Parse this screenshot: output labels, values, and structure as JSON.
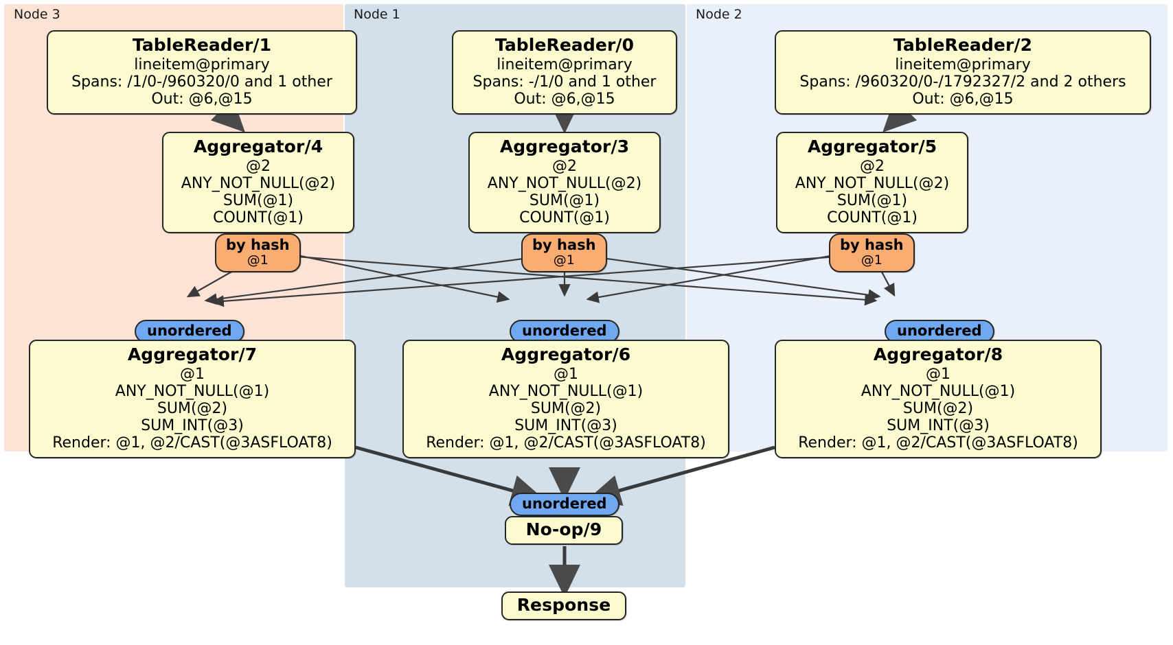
{
  "diagram": {
    "type": "distributed-query-plan",
    "colors": {
      "node3_bg": "#fce3d5",
      "node1_bg": "#d3e0ea",
      "node2_bg": "#eaf0fa",
      "processor_bg": "#fbfbcf",
      "hash_badge_bg": "#f9ad73",
      "unordered_badge_bg": "#6fa8f0",
      "stroke": "#3a3a3a"
    }
  },
  "regions": [
    {
      "id": "node3",
      "label": "Node 3",
      "bg": "#fce3d5"
    },
    {
      "id": "node1",
      "label": "Node 1",
      "bg": "#d3e0ea"
    },
    {
      "id": "node2",
      "label": "Node 2",
      "bg": "#eaf0fa"
    }
  ],
  "processors": {
    "table_reader_1": {
      "title": "TableReader/1",
      "lines": [
        "lineitem@primary",
        "Spans: /1/0-/960320/0 and 1 other",
        "Out: @6,@15"
      ]
    },
    "table_reader_0": {
      "title": "TableReader/0",
      "lines": [
        "lineitem@primary",
        "Spans: -/1/0 and 1 other",
        "Out: @6,@15"
      ]
    },
    "table_reader_2": {
      "title": "TableReader/2",
      "lines": [
        "lineitem@primary",
        "Spans: /960320/0-/1792327/2 and 2 others",
        "Out: @6,@15"
      ]
    },
    "aggregator_4": {
      "title": "Aggregator/4",
      "lines": [
        "@2",
        "ANY_NOT_NULL(@2)",
        "SUM(@1)",
        "COUNT(@1)"
      ]
    },
    "aggregator_3": {
      "title": "Aggregator/3",
      "lines": [
        "@2",
        "ANY_NOT_NULL(@2)",
        "SUM(@1)",
        "COUNT(@1)"
      ]
    },
    "aggregator_5": {
      "title": "Aggregator/5",
      "lines": [
        "@2",
        "ANY_NOT_NULL(@2)",
        "SUM(@1)",
        "COUNT(@1)"
      ]
    },
    "aggregator_7": {
      "title": "Aggregator/7",
      "lines": [
        "@1",
        "ANY_NOT_NULL(@1)",
        "SUM(@2)",
        "SUM_INT(@3)",
        "Render: @1, @2/CAST(@3ASFLOAT8)"
      ]
    },
    "aggregator_6": {
      "title": "Aggregator/6",
      "lines": [
        "@1",
        "ANY_NOT_NULL(@1)",
        "SUM(@2)",
        "SUM_INT(@3)",
        "Render: @1, @2/CAST(@3ASFLOAT8)"
      ]
    },
    "aggregator_8": {
      "title": "Aggregator/8",
      "lines": [
        "@1",
        "ANY_NOT_NULL(@1)",
        "SUM(@2)",
        "SUM_INT(@3)",
        "Render: @1, @2/CAST(@3ASFLOAT8)"
      ]
    },
    "noop_9": {
      "title": "No-op/9",
      "lines": []
    },
    "response": {
      "title": "Response",
      "lines": []
    }
  },
  "badges": {
    "hash_left": {
      "label": "by hash",
      "sub": "@1"
    },
    "hash_center": {
      "label": "by hash",
      "sub": "@1"
    },
    "hash_right": {
      "label": "by hash",
      "sub": "@1"
    },
    "unordered_left": {
      "label": "unordered",
      "sub": ""
    },
    "unordered_center": {
      "label": "unordered",
      "sub": ""
    },
    "unordered_right": {
      "label": "unordered",
      "sub": ""
    },
    "unordered_final": {
      "label": "unordered",
      "sub": ""
    }
  }
}
